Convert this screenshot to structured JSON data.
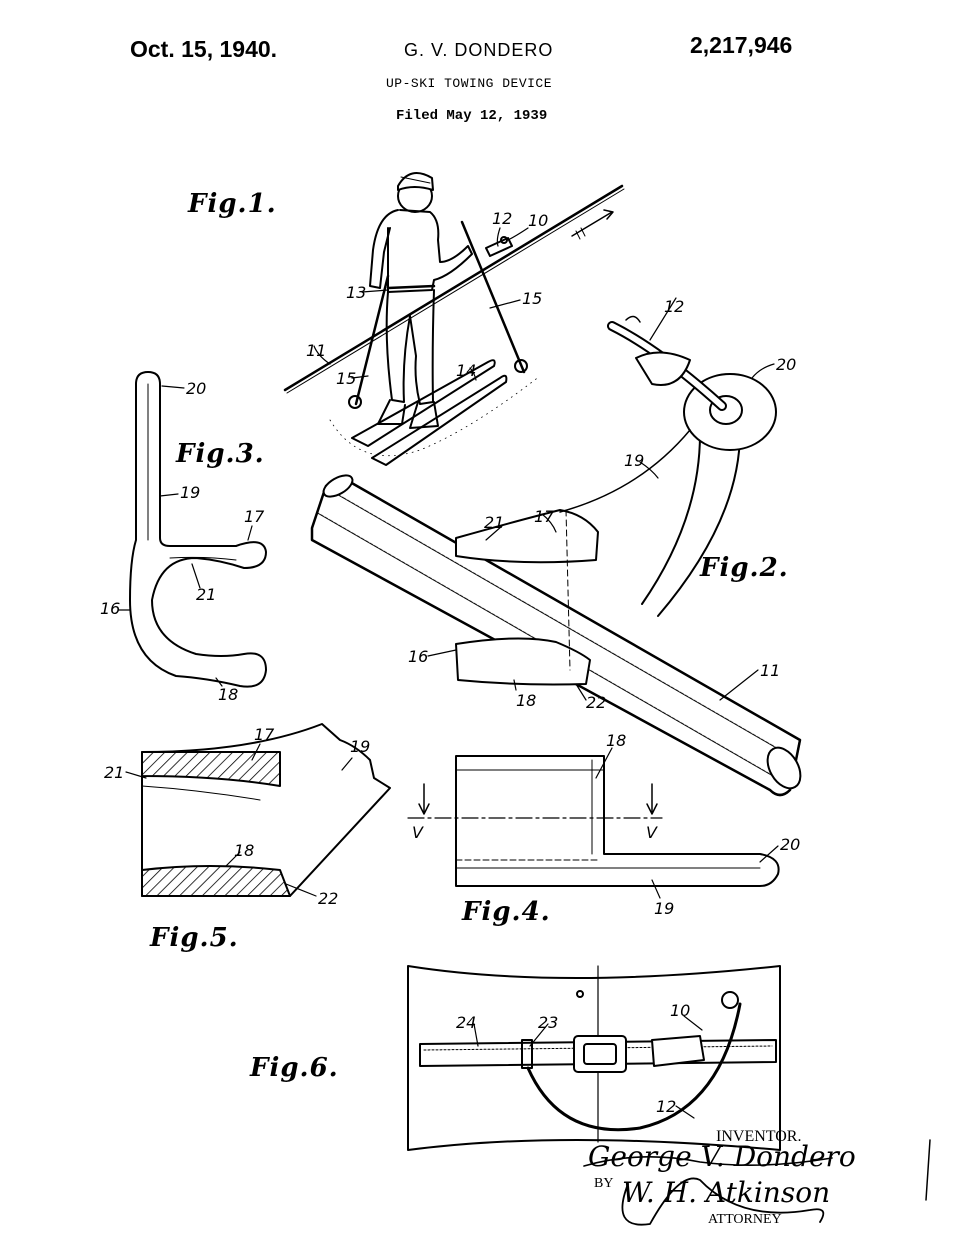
{
  "header": {
    "date": "Oct. 15, 1940.",
    "inventor_name": "G. V. DONDERO",
    "patent_number": "2,217,946",
    "title": "UP-SKI TOWING DEVICE",
    "filed": "Filed May 12, 1939"
  },
  "figures": {
    "fig1": "Fig.1.",
    "fig2": "Fig.2.",
    "fig3": "Fig.3.",
    "fig4": "Fig.4.",
    "fig5": "Fig.5.",
    "fig6": "Fig.6."
  },
  "reference_numerals": {
    "n10": "10",
    "n11": "11",
    "n12": "12",
    "n13": "13",
    "n14": "14",
    "n15": "15",
    "n16": "16",
    "n17": "17",
    "n18": "18",
    "n19": "19",
    "n20": "20",
    "n21": "21",
    "n22": "22",
    "n23": "23",
    "n24": "24",
    "section": "V"
  },
  "signature_block": {
    "inventor_label": "INVENTOR.",
    "inventor_signature": "George V. Dondero",
    "by_label": "BY",
    "attorney_signature": "W. H. Atkinson",
    "attorney_label": "ATTORNEY"
  }
}
